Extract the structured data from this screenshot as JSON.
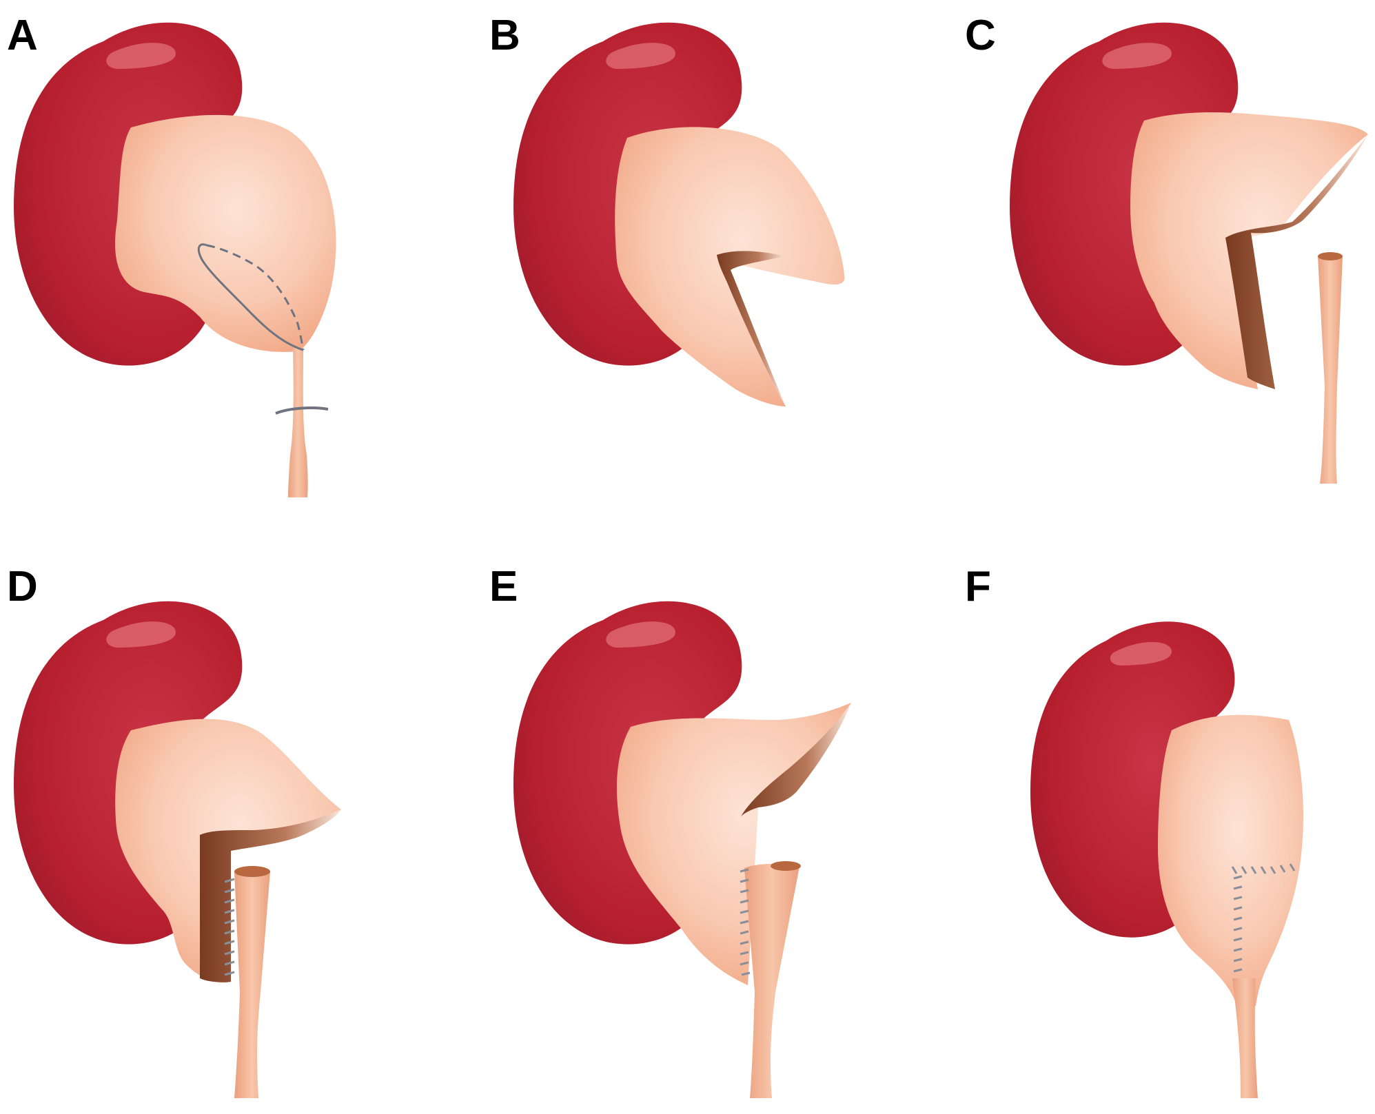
{
  "figure": {
    "panels": [
      {
        "label": "A",
        "step": "incision-marked"
      },
      {
        "label": "B",
        "step": "flap-raised"
      },
      {
        "label": "C",
        "step": "flap-with-ureter"
      },
      {
        "label": "D",
        "step": "posterior-anastomosis"
      },
      {
        "label": "E",
        "step": "anastomosis-progress"
      },
      {
        "label": "F",
        "step": "completed-repair"
      }
    ],
    "colors": {
      "kidney": "#c02a3c",
      "kidney_dark": "#9e1a2b",
      "kidney_highlight": "#e06a74",
      "pelvis": "#f6b69a",
      "pelvis_light": "#fbd8c6",
      "flap_inner": "#8c4a2c",
      "ureter": "#f4b796",
      "suture": "#6f7380"
    }
  }
}
